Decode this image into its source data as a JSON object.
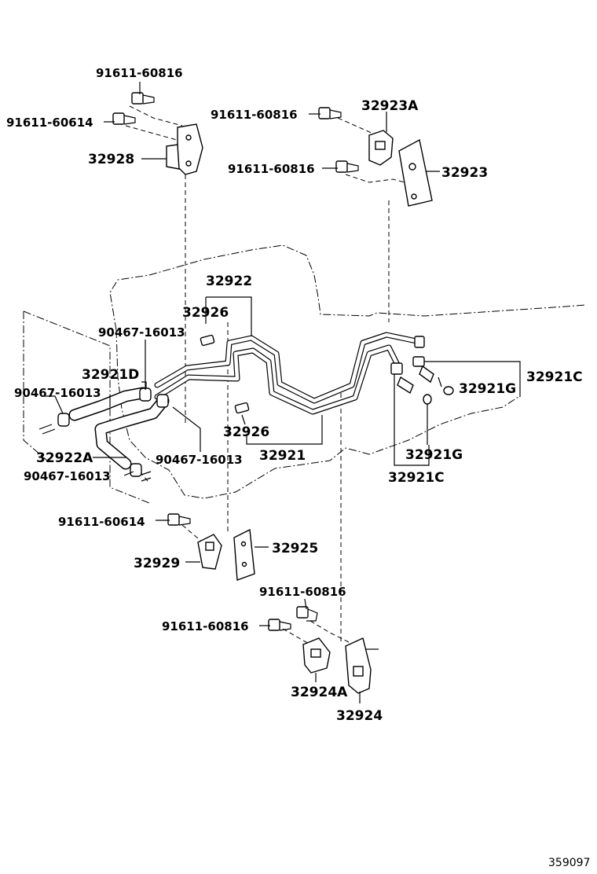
{
  "reference_number": "359097",
  "labels": {
    "bolt_a": "91611-60816",
    "bolt_b": "91611-60614",
    "bracket_32928": "32928",
    "bolt_c": "91611-60816",
    "bracket_32923A": "32923A",
    "bolt_d": "91611-60816",
    "bracket_32923": "32923",
    "tube_set_32922": "32922",
    "sleeve_32926_top": "32926",
    "clip_90467_a": "90467-16013",
    "hose_32921D": "32921D",
    "clip_90467_b": "90467-16013",
    "pipe_32921C_right": "32921C",
    "gasket_32921G_right": "32921G",
    "sleeve_32926_bottom": "32926",
    "clip_90467_c": "90467-16013",
    "hose_32922A": "32922A",
    "tube_32921": "32921",
    "gasket_32921G_bottom": "32921G",
    "clip_90467_d": "90467-16013",
    "pipe_32921C_bottom": "32921C",
    "bolt_e": "91611-60614",
    "bracket_32925": "32925",
    "bracket_32929": "32929",
    "bolt_f": "91611-60816",
    "bolt_g": "91611-60816",
    "bracket_32924A": "32924A",
    "bracket_32924": "32924"
  }
}
